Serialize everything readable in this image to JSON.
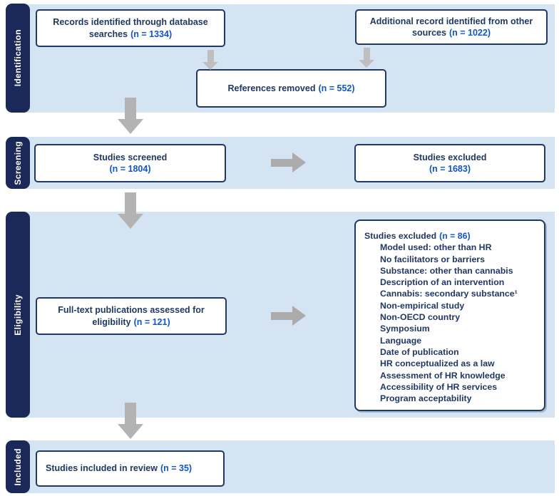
{
  "figure": {
    "title": "PRISMA study selection flow diagram"
  },
  "colors": {
    "band_blue": "#D5E4F2",
    "sidebar_navy": "#1A2957",
    "box_border_navy": "#1F3864",
    "text_navy": "#1F3864",
    "count_blue": "#1155CC",
    "arrow_gray": "#B3B3B3"
  },
  "phases": [
    {
      "label": "Identification"
    },
    {
      "label": "Screening"
    },
    {
      "label": "Eligibility"
    },
    {
      "label": "Included"
    }
  ],
  "boxes": {
    "records_db": {
      "text": "Records identified through database searches",
      "n": "(n = 1334)"
    },
    "additional_sources": {
      "text": "Additional record identified from other sources",
      "n": "(n = 1022)"
    },
    "references_removed": {
      "text": "References removed",
      "n": "(n = 552)"
    },
    "studies_screened": {
      "text": "Studies screened",
      "n": "(n = 1804)"
    },
    "studies_excluded_screening": {
      "text": "Studies excluded",
      "n": "(n = 1683)"
    },
    "fulltext_assessed": {
      "text": "Full-text publications assessed for eligibility",
      "n": "(n = 121)"
    },
    "studies_excluded_eligibility": {
      "text": "Studies excluded",
      "n": "(n = 86)",
      "reasons": [
        "Model used: other than HR",
        "No facilitators or barriers",
        "Substance: other than cannabis",
        "Description of an intervention",
        "Cannabis: secondary substance¹",
        "Non-empirical study",
        "Non-OECD country",
        "Symposium",
        "Language",
        "Date of publication",
        "HR conceptualized as a law",
        "Assessment of HR knowledge",
        "Accessibility of HR services",
        "Program acceptability"
      ]
    },
    "studies_included": {
      "text": "Studies included in review",
      "n": "(n = 35)"
    }
  }
}
